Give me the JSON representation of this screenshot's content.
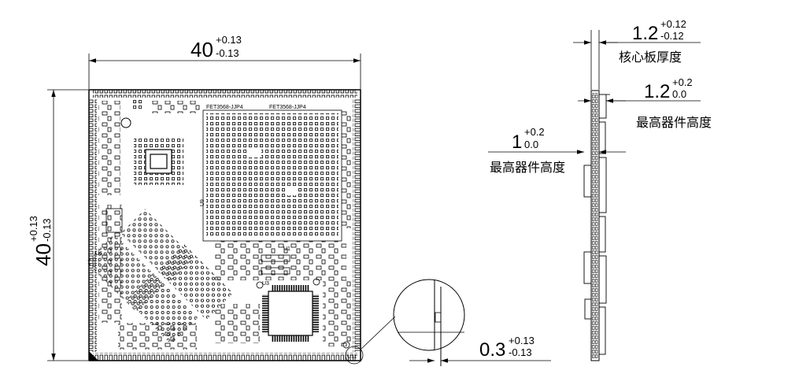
{
  "board_view": {
    "width_dim": {
      "main": "40",
      "tol_upper": "+0.13",
      "tol_lower": "-0.13"
    },
    "height_dim": {
      "main": "40",
      "tol_upper": "+0.13",
      "tol_lower": "-0.13"
    },
    "silkscreen": {
      "label_1": "FET3568-JJP4",
      "label_2": "FET3568-JJP4",
      "u1": "U1",
      "u3": "U3",
      "u6": "U6",
      "u9": "U9",
      "u11": "U11"
    },
    "offset_dim": {
      "main": "0.3",
      "tol_upper": "+0.13",
      "tol_lower": "-0.13"
    }
  },
  "side_view": {
    "board_thickness": {
      "main": "1.2",
      "tol_upper": "+0.12",
      "tol_lower": "-0.12",
      "label": "核心板厚度"
    },
    "top_component": {
      "main": "1.2",
      "tol_upper": "+0.2",
      "tol_lower": "0.0",
      "label": "最高器件高度"
    },
    "bottom_component": {
      "main": "1",
      "tol_upper": "+0.2",
      "tol_lower": "0.0",
      "label": "最高器件高度"
    }
  }
}
